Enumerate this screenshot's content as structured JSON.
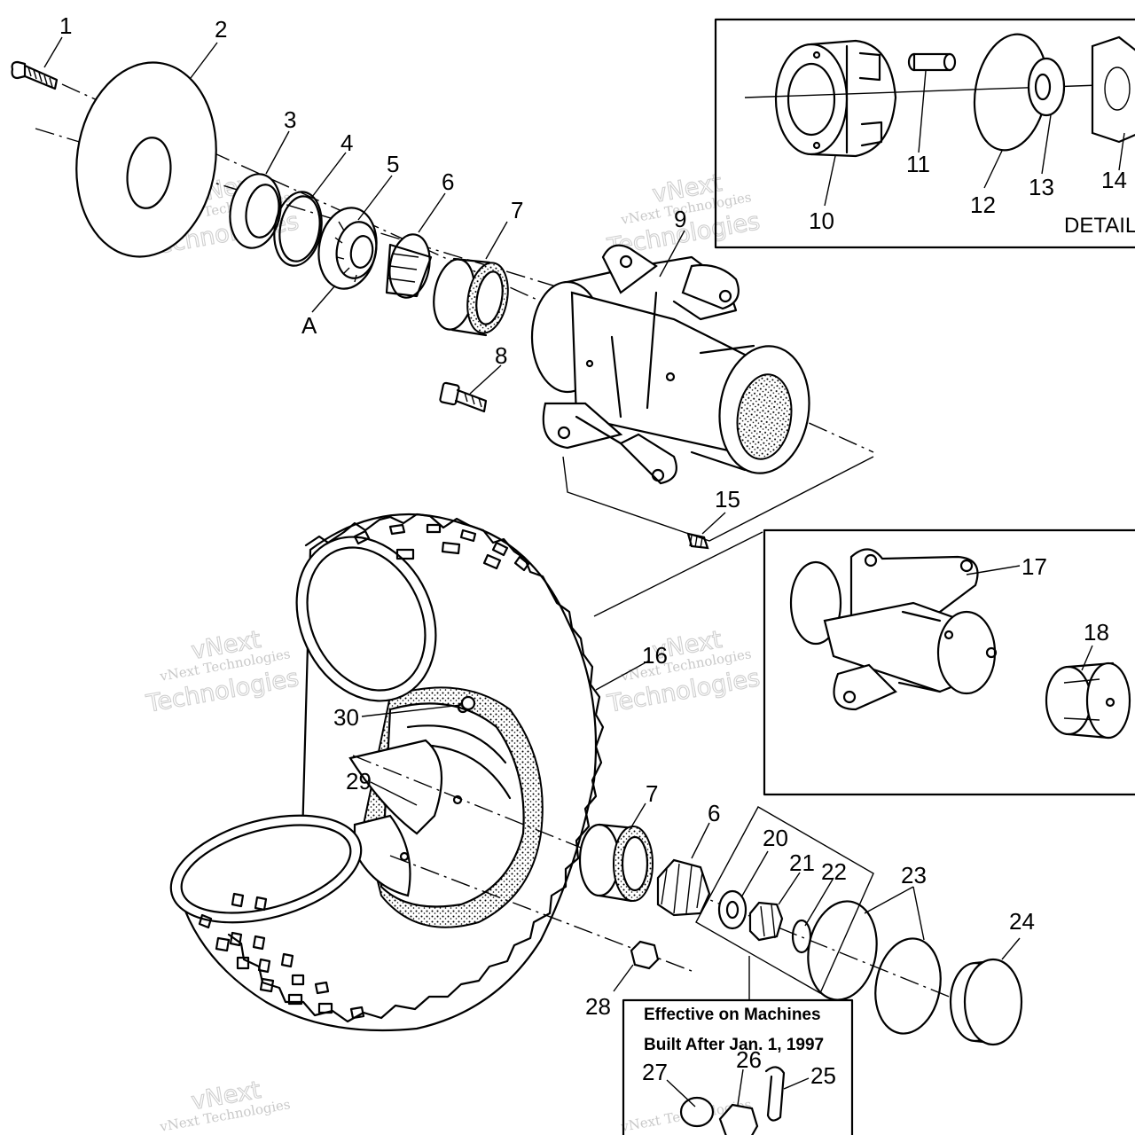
{
  "callouts": [
    "1",
    "2",
    "3",
    "4",
    "5",
    "6",
    "7",
    "A",
    "8",
    "9",
    "10",
    "11",
    "12",
    "13",
    "14",
    "15",
    "16",
    "17",
    "18",
    "30",
    "29",
    "7",
    "6",
    "20",
    "21",
    "22",
    "23",
    "24",
    "28",
    "27",
    "26",
    "25"
  ],
  "detail_label": "DETAIL",
  "note": {
    "line1": "Effective on Machines",
    "line2": "Built After Jan. 1, 1997"
  },
  "watermark": {
    "brand": "vNext",
    "company": "vNext Technologies",
    "word": "Technologies"
  },
  "colors": {
    "line": "#000000",
    "background": "#ffffff",
    "watermark": "#c9c9c9"
  }
}
